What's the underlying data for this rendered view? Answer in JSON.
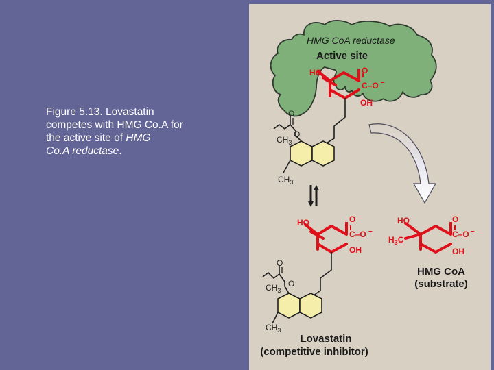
{
  "caption": {
    "line1": "Figure 5.13. Lovastatin",
    "line2": "competes with HMG Co.A for",
    "line3_prefix": "the active site of ",
    "line3_italic": "HMG",
    "line4_italic": "Co.A reductase",
    "line4_suffix": "."
  },
  "enzyme": {
    "name": "HMG CoA reductase",
    "site_label": "Active site"
  },
  "bound_molecule": {
    "ho": "HO",
    "o": "O",
    "coo": "C–O",
    "minus": "–",
    "oh": "OH",
    "ch3_a": "CH",
    "ch3_a_sub": "3",
    "ch3_b": "CH",
    "ch3_b_sub": "3",
    "ring_o": "O",
    "ester_o": "O"
  },
  "lovastatin": {
    "ho": "HO",
    "o": "O",
    "coo": "C–O",
    "minus": "–",
    "oh": "OH",
    "ch3_a": "CH",
    "ch3_a_sub": "3",
    "ch3_b": "CH",
    "ch3_b_sub": "3",
    "ester_o": "O",
    "ring_o": "O",
    "name": "Lovastatin",
    "role": "(competitive inhibitor)"
  },
  "hmg_coa": {
    "ho": "HO",
    "o": "O",
    "coo": "C–O",
    "minus": "–",
    "oh": "OH",
    "h3c": "H",
    "h3c_sub": "3",
    "h3c_c": "C",
    "name": "HMG CoA",
    "role": "(substrate)"
  },
  "colors": {
    "background": "#636597",
    "panel": "#d8d0c3",
    "enzyme": "#7fb07a",
    "highlight": "#e0101a",
    "ring": "#f4eeaa"
  }
}
